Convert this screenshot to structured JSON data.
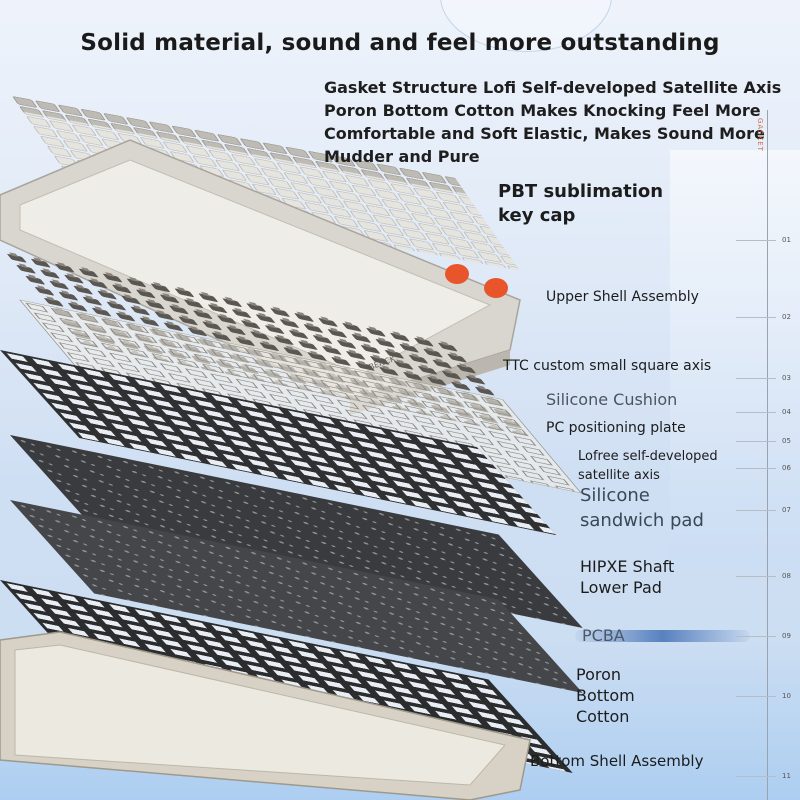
{
  "title": "Solid material, sound and feel more outstanding",
  "description": "Gasket Structure Lofi Self-developed Satellite Axis Poron Bottom Cotton Makes Knocking Feel More Comfortable and Soft Elastic, Makes Sound More Mudder and Pure",
  "labels": [
    {
      "text": "PBT sublimation\nkey cap"
    },
    {
      "text": "Upper Shell Assembly"
    },
    {
      "text": "TTC custom small square axis"
    },
    {
      "text": "Silicone Cushion"
    },
    {
      "text": "PC positioning plate"
    },
    {
      "text": "Lofree self-developed\nsatellite axis"
    },
    {
      "text": "Silicone\nsandwich pad"
    },
    {
      "text": "HIPXE Shaft\nLower Pad"
    },
    {
      "text": "PCBA"
    },
    {
      "text": "Poron\nBottom\nCotton"
    },
    {
      "text": "Bottom Shell Assembly"
    }
  ],
  "ruler": {
    "header": "GASKET",
    "ticks": [
      "01",
      "02",
      "03",
      "04",
      "05",
      "06",
      "07",
      "08",
      "09",
      "10",
      "11"
    ]
  },
  "brand_mark": "BENCK",
  "colors": {
    "accent_knob": "#e8552a",
    "plate_dark": "#2e2f31",
    "shell": "#dcd9d2",
    "keycap_light": "#e4e2dc",
    "keycap_gray": "#b8b6b0"
  }
}
